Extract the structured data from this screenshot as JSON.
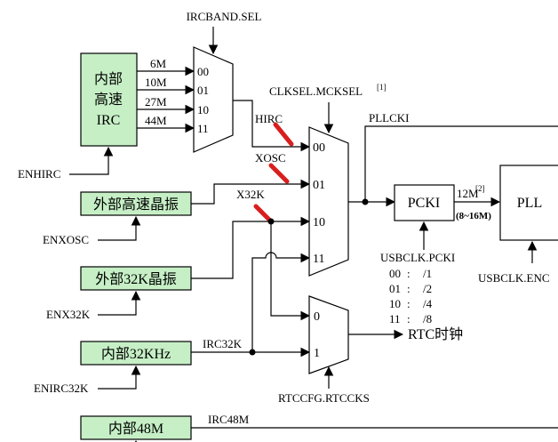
{
  "blocks": {
    "irc_hs": [
      "内部",
      "高速",
      "IRC"
    ],
    "xosc": "外部高速晶振",
    "x32k": "外部32K晶振",
    "irc32k": "内部32KHz",
    "irc48m": "内部48M",
    "pcki": "PCKI",
    "pll": "PLL"
  },
  "enables": {
    "enhirc": "ENHIRC",
    "enxosc": "ENXOSC",
    "enx32k": "ENX32K",
    "enirc32k": "ENIRC32K"
  },
  "mux_ircband": {
    "select": "IRCBAND.SEL",
    "inputs": [
      "00",
      "01",
      "10",
      "11"
    ],
    "freqs": [
      "6M",
      "10M",
      "27M",
      "44M"
    ]
  },
  "mux_clksel": {
    "select": "CLKSEL.MCKSEL",
    "select_note": "[1]",
    "inputs": [
      "00",
      "01",
      "10",
      "11"
    ],
    "sources": [
      "HIRC",
      "XOSC",
      "X32K"
    ]
  },
  "mux_rtc": {
    "select": "RTCCFG.RTCCKS",
    "inputs": [
      "0",
      "1"
    ],
    "output": "RTC时钟"
  },
  "signals": {
    "pllcki": "PLLCKI",
    "irc32k": "IRC32K",
    "irc48m": "IRC48M",
    "clk12m": "12M",
    "clk12m_note": "[2]",
    "range": "(8~16M)"
  },
  "usbclk_pcki": {
    "label": "USBCLK.PCKI",
    "options": [
      {
        "code": "00",
        "div": "/1"
      },
      {
        "code": "01",
        "div": "/2"
      },
      {
        "code": "10",
        "div": "/4"
      },
      {
        "code": "11",
        "div": "/8"
      }
    ]
  },
  "usbclk_enc": "USBCLK.ENC",
  "colors": {
    "block_fill": "#c6efc6",
    "highlight": "#d91e1e",
    "note": "#d91e1e",
    "range_text": "#1a2fb5"
  }
}
